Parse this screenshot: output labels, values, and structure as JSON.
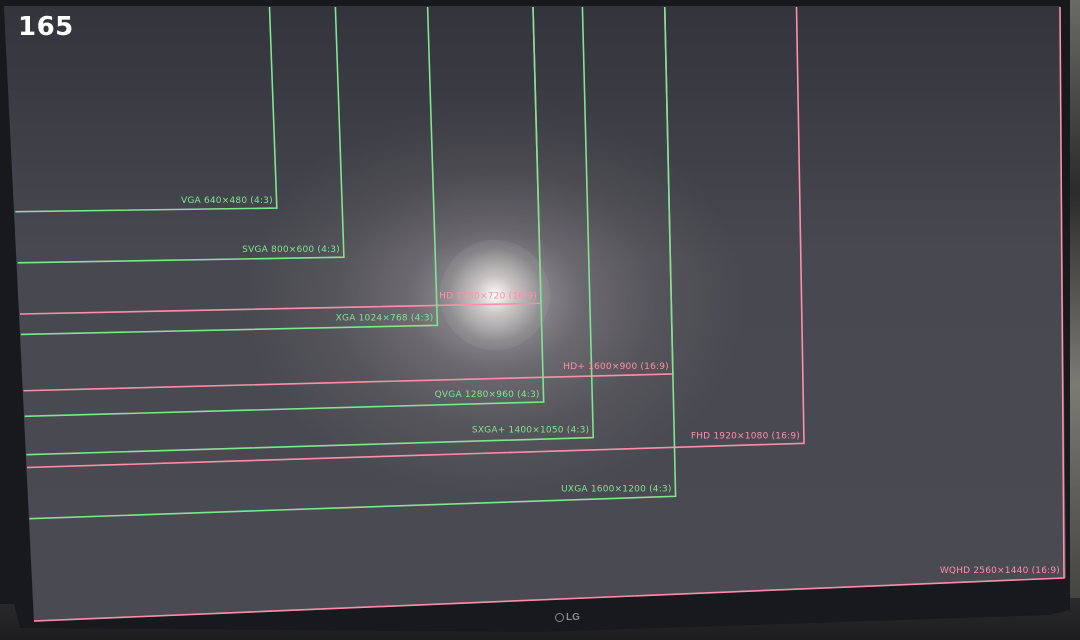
{
  "display": {
    "refresh_rate": "165",
    "brand": "LG"
  },
  "resolutions": [
    {
      "label": "VGA 640×480 (4:3)",
      "name": "VGA",
      "width": 640,
      "height": 480,
      "aspect": "4:3",
      "color": "#7fe58f"
    },
    {
      "label": "SVGA 800×600 (4:3)",
      "name": "SVGA",
      "width": 800,
      "height": 600,
      "aspect": "4:3",
      "color": "#7fe58f"
    },
    {
      "label": "HD 1280×720 (16:9)",
      "name": "HD",
      "width": 1280,
      "height": 720,
      "aspect": "16:9",
      "color": "#ff8fa8"
    },
    {
      "label": "XGA 1024×768 (4:3)",
      "name": "XGA",
      "width": 1024,
      "height": 768,
      "aspect": "4:3",
      "color": "#7fe58f"
    },
    {
      "label": "HD+ 1600×900 (16:9)",
      "name": "HD+",
      "width": 1600,
      "height": 900,
      "aspect": "16:9",
      "color": "#ff8fa8"
    },
    {
      "label": "QVGA 1280×960 (4:3)",
      "name": "QVGA",
      "width": 1280,
      "height": 960,
      "aspect": "4:3",
      "color": "#7fe58f"
    },
    {
      "label": "SXGA+ 1400×1050 (4:3)",
      "name": "SXGA+",
      "width": 1400,
      "height": 1050,
      "aspect": "4:3",
      "color": "#7fe58f"
    },
    {
      "label": "FHD 1920×1080 (16:9)",
      "name": "FHD",
      "width": 1920,
      "height": 1080,
      "aspect": "16:9",
      "color": "#ff8fa8"
    },
    {
      "label": "UXGA 1600×1200 (4:3)",
      "name": "UXGA",
      "width": 1600,
      "height": 1200,
      "aspect": "4:3",
      "color": "#7fe58f"
    },
    {
      "label": "WQHD 2560×1440 (16:9)",
      "name": "WQHD",
      "width": 2560,
      "height": 1440,
      "aspect": "16:9",
      "color": "#ff8fa8"
    }
  ]
}
